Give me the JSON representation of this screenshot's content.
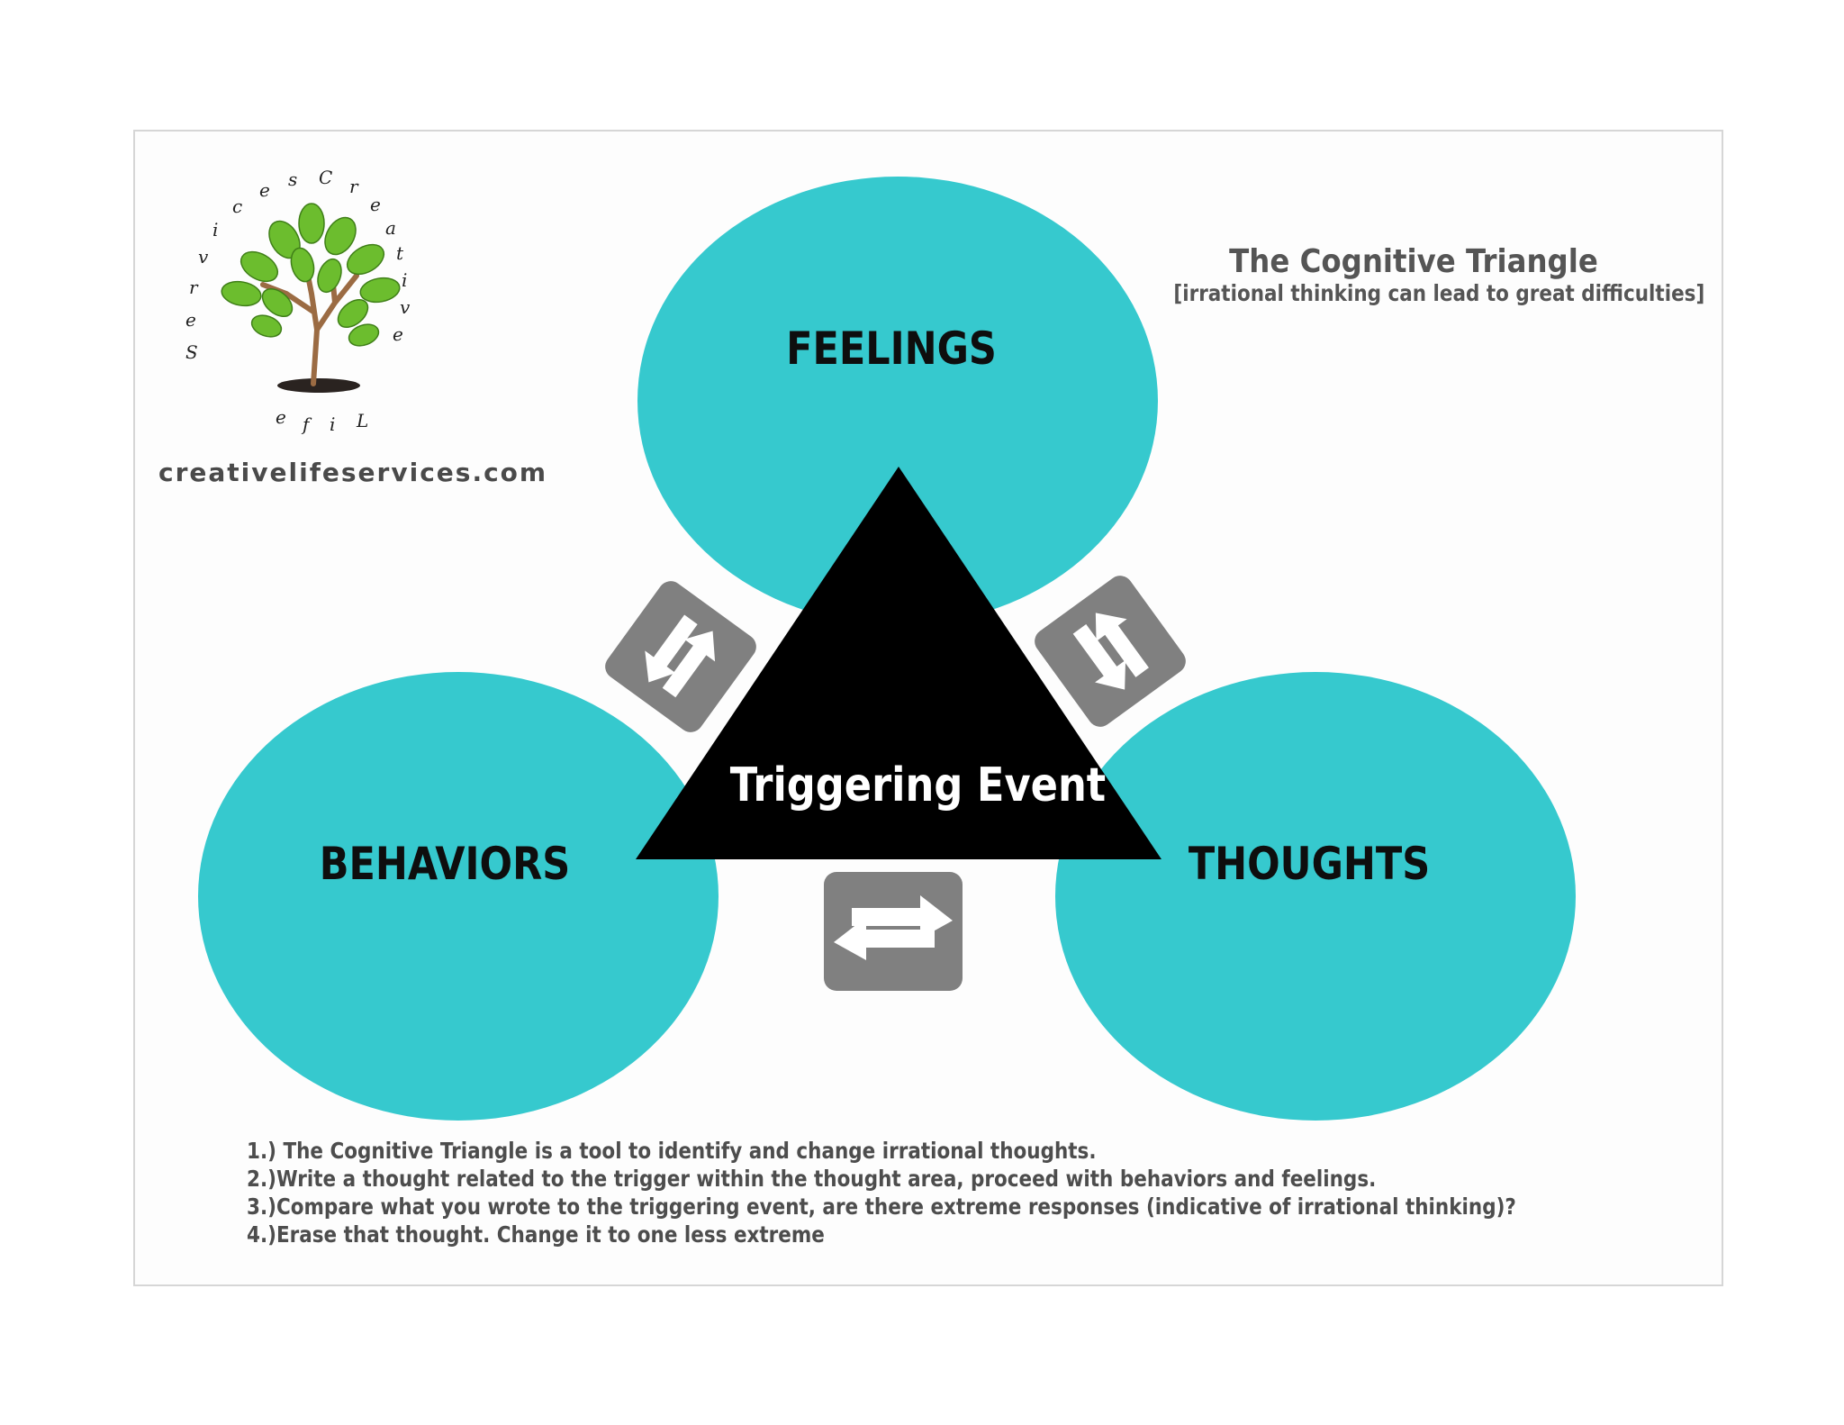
{
  "header": {
    "title": "The Cognitive Triangle",
    "subtitle": "[irrational thinking can lead to great difficulties]"
  },
  "brand": {
    "website": "creativelifeservices.com",
    "logo_ring_text": "Creative Life Services"
  },
  "diagram": {
    "nodes": {
      "feelings": "FEELINGS",
      "behaviors": "BEHAVIORS",
      "thoughts": "THOUGHTS"
    },
    "center": "Triggering Event",
    "connectors": [
      "feelings-behaviors",
      "feelings-thoughts",
      "behaviors-thoughts"
    ],
    "connector_icon": "double-arrow-icon"
  },
  "instructions": [
    "1.) The Cognitive Triangle is a tool to identify and change irrational thoughts.",
    "2.)Write a thought related to the trigger within the thought area, proceed with behaviors and feelings.",
    "3.)Compare what you wrote to the triggering event, are there extreme responses (indicative of irrational thinking)?",
    "4.)Erase that thought. Change it to one less extreme"
  ],
  "colors": {
    "circle": "#36c9ce",
    "triangle": "#000000",
    "connector_box": "#808080",
    "text_dark": "#0e0e0e",
    "text_gray": "#555555"
  }
}
